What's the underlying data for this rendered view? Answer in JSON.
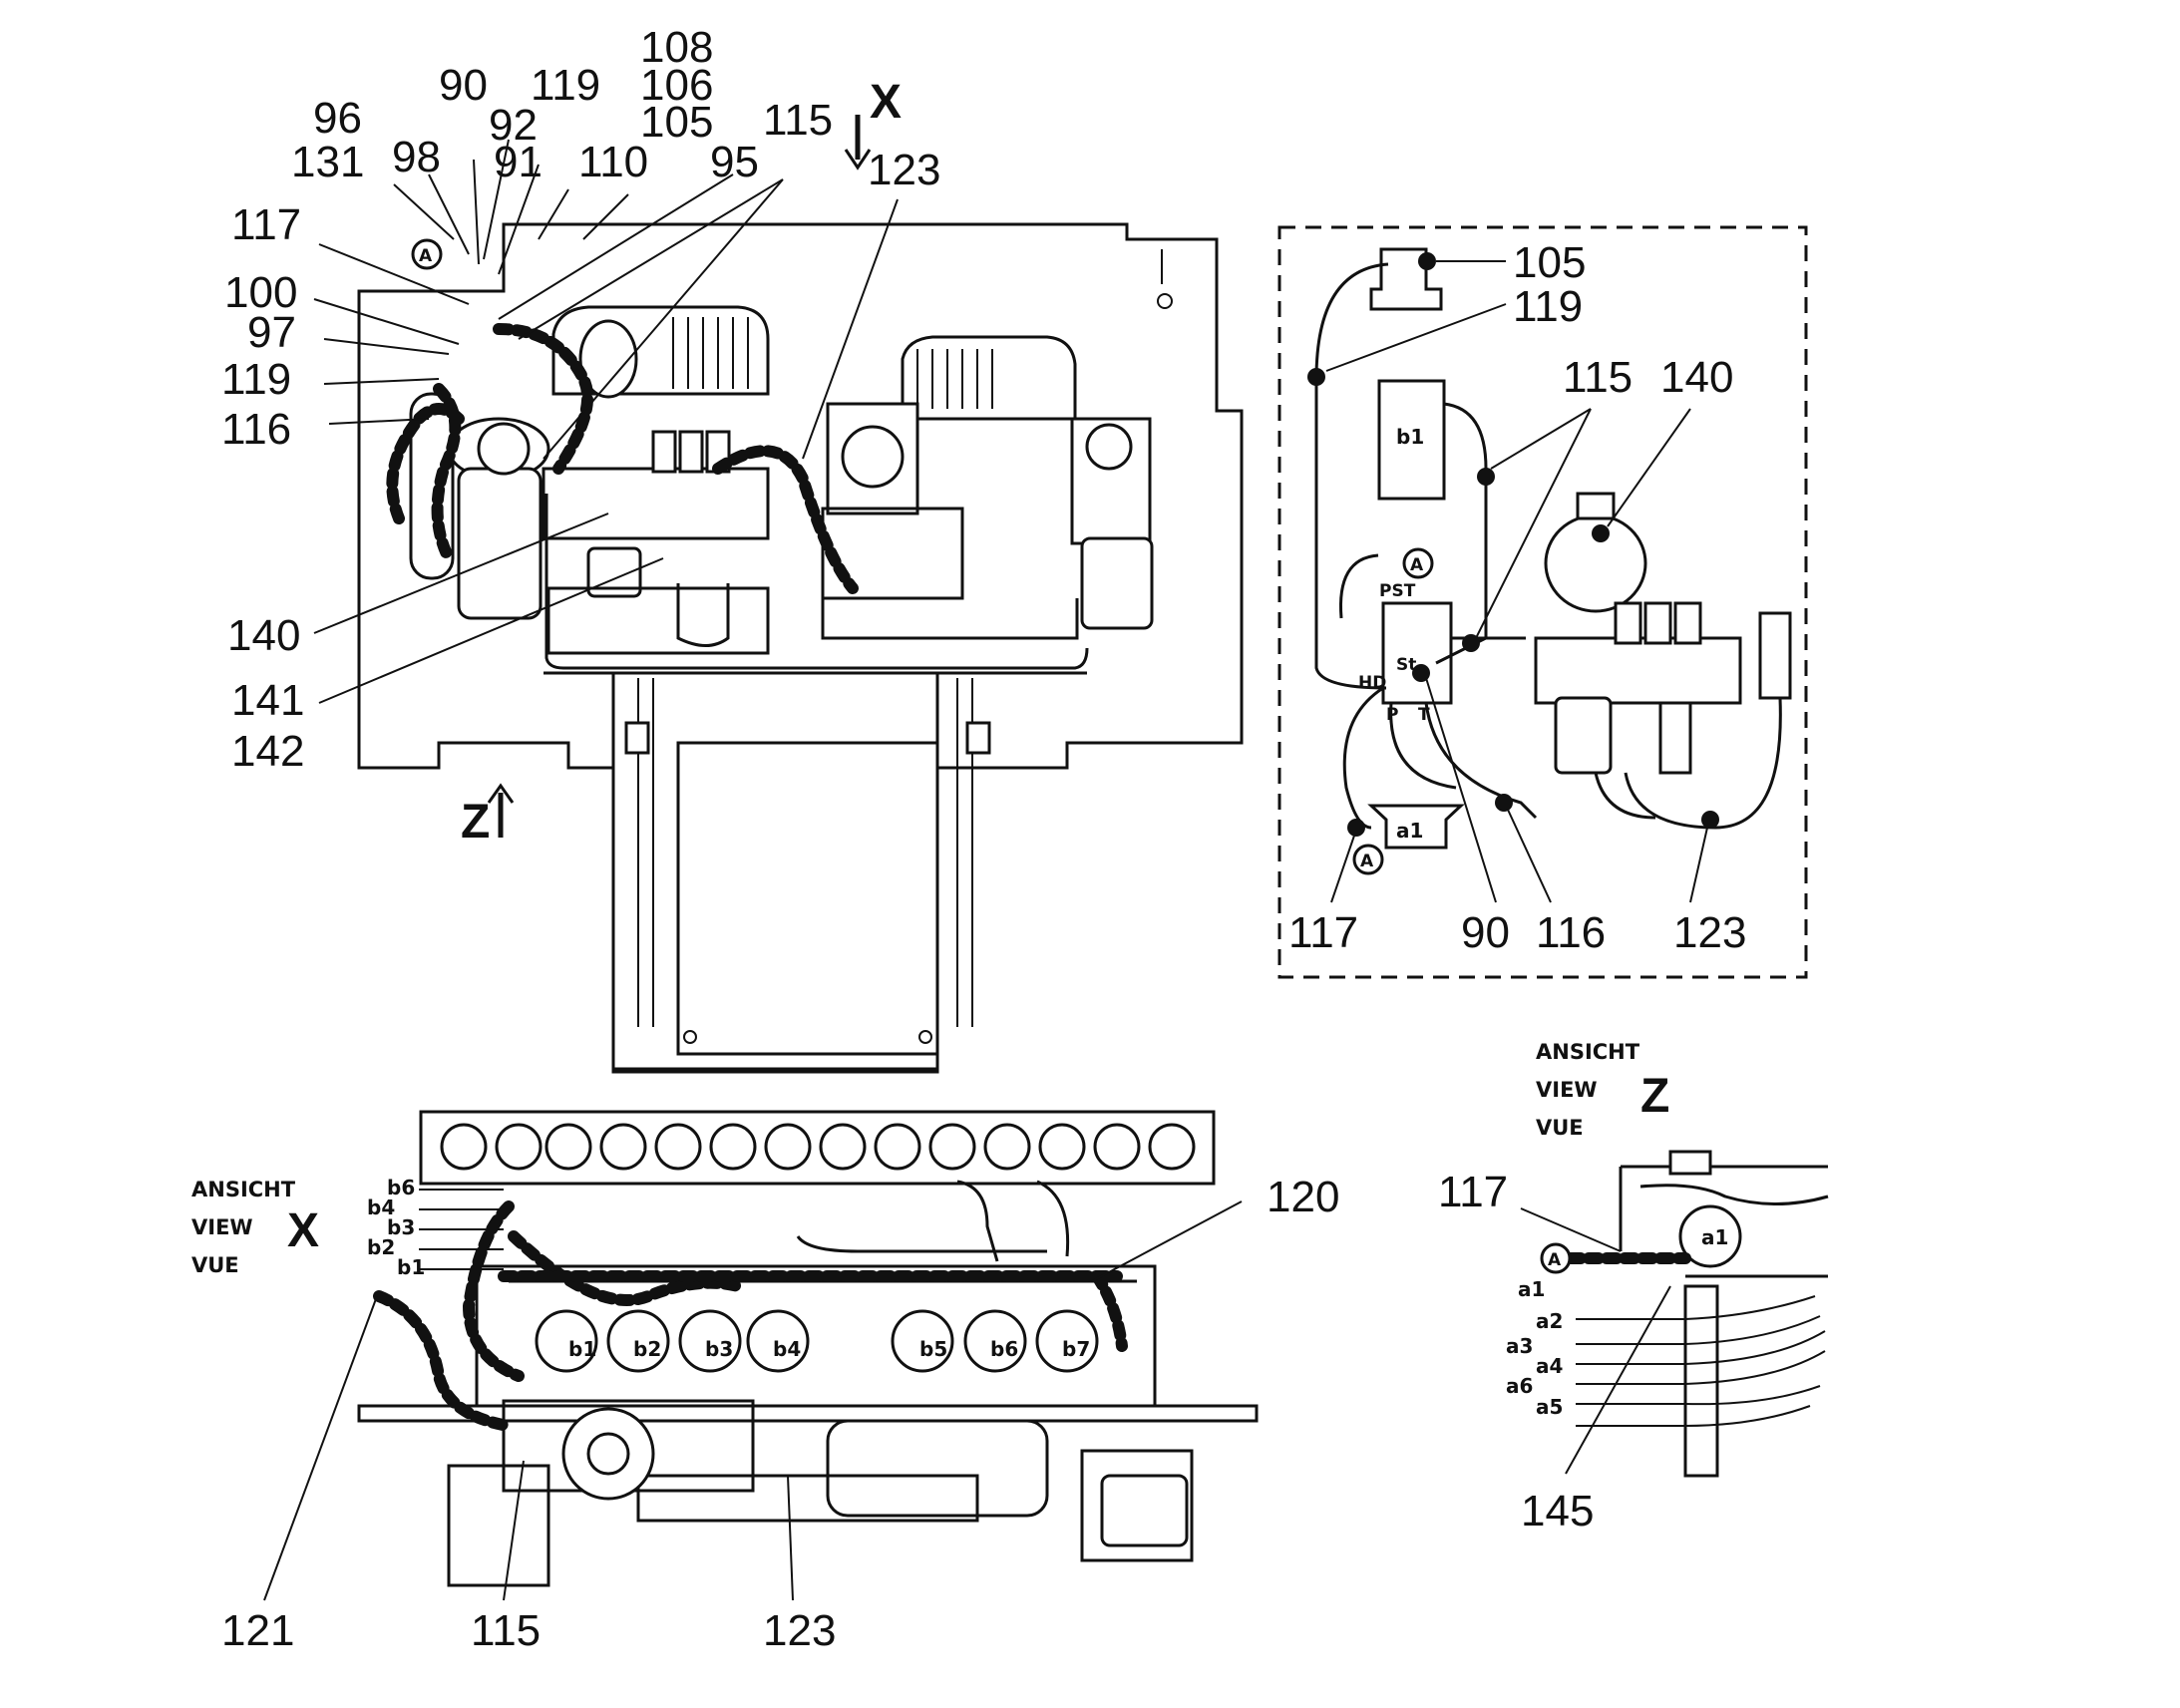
{
  "view_x": {
    "letter": "X",
    "caption": [
      "ANSICHT",
      "VIEW",
      "VUE"
    ]
  },
  "view_z": {
    "letter": "Z",
    "caption": [
      "ANSICHT",
      "VIEW",
      "VUE"
    ]
  },
  "marker_a": "A",
  "main_callouts": [
    "108",
    "106",
    "105",
    "90",
    "119",
    "96",
    "92",
    "115",
    "131",
    "98",
    "91",
    "110",
    "95",
    "123",
    "117",
    "100",
    "97",
    "119",
    "116",
    "140",
    "141",
    "142"
  ],
  "detail_callouts": [
    "105",
    "119",
    "115",
    "140",
    "117",
    "90",
    "116",
    "123"
  ],
  "detail_labels": {
    "b1": "b1",
    "a1": "a1",
    "pst": "PST",
    "hd": "HD",
    "st": "St",
    "p": "P",
    "t": "T"
  },
  "view_x_callouts": [
    "120",
    "121",
    "115",
    "123"
  ],
  "view_x_ports": [
    "b6",
    "b4",
    "b3",
    "b2",
    "b1"
  ],
  "view_x_valves": [
    "b1",
    "b2",
    "b3",
    "b4",
    "b5",
    "b6",
    "b7"
  ],
  "view_z_callouts": [
    "117",
    "145"
  ],
  "view_z_ports": [
    "a1",
    "a2",
    "a3",
    "a4",
    "a6",
    "a5"
  ],
  "view_z_component": "a1"
}
